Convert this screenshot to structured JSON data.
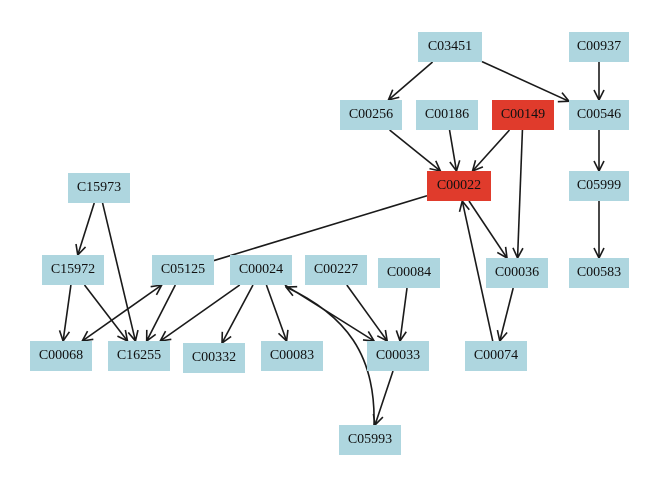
{
  "colors": {
    "node": "#aed6df",
    "highlight": "#e03b2c",
    "edge": "#1a1a1a",
    "text": "#111111"
  },
  "nodes": [
    {
      "id": "C03451",
      "label": "C03451"
    },
    {
      "id": "C00937",
      "label": "C00937"
    },
    {
      "id": "C00256",
      "label": "C00256"
    },
    {
      "id": "C00186",
      "label": "C00186"
    },
    {
      "id": "C00149",
      "label": "C00149",
      "highlight": true
    },
    {
      "id": "C00546",
      "label": "C00546"
    },
    {
      "id": "C15973",
      "label": "C15973"
    },
    {
      "id": "C00022",
      "label": "C00022",
      "highlight": true
    },
    {
      "id": "C05999",
      "label": "C05999"
    },
    {
      "id": "C15972",
      "label": "C15972"
    },
    {
      "id": "C05125",
      "label": "C05125"
    },
    {
      "id": "C00024",
      "label": "C00024"
    },
    {
      "id": "C00227",
      "label": "C00227"
    },
    {
      "id": "C00084",
      "label": "C00084"
    },
    {
      "id": "C00036",
      "label": "C00036"
    },
    {
      "id": "C00583",
      "label": "C00583"
    },
    {
      "id": "C00068",
      "label": "C00068"
    },
    {
      "id": "C16255",
      "label": "C16255"
    },
    {
      "id": "C00332",
      "label": "C00332"
    },
    {
      "id": "C00083",
      "label": "C00083"
    },
    {
      "id": "C00033",
      "label": "C00033"
    },
    {
      "id": "C00074",
      "label": "C00074"
    },
    {
      "id": "C05993",
      "label": "C05993"
    }
  ],
  "edges": [
    {
      "from": "C03451",
      "to": "C00256"
    },
    {
      "from": "C03451",
      "to": "C00546"
    },
    {
      "from": "C00937",
      "to": "C00546"
    },
    {
      "from": "C00256",
      "to": "C00022"
    },
    {
      "from": "C00186",
      "to": "C00022"
    },
    {
      "from": "C00149",
      "to": "C00022"
    },
    {
      "from": "C00149",
      "to": "C00036"
    },
    {
      "from": "C00546",
      "to": "C05999"
    },
    {
      "from": "C05999",
      "to": "C00583"
    },
    {
      "from": "C00022",
      "to": "C05125",
      "arrow": false
    },
    {
      "from": "C00022",
      "to": "C00036"
    },
    {
      "from": "C00074",
      "to": "C00022"
    },
    {
      "from": "C00036",
      "to": "C00074"
    },
    {
      "from": "C15973",
      "to": "C15972"
    },
    {
      "from": "C15973",
      "to": "C16255"
    },
    {
      "from": "C15972",
      "to": "C00068"
    },
    {
      "from": "C15972",
      "to": "C16255"
    },
    {
      "from": "C05125",
      "to": "C16255"
    },
    {
      "from": "C05125",
      "to": "C00068",
      "both": true
    },
    {
      "from": "C00024",
      "to": "C16255"
    },
    {
      "from": "C00024",
      "to": "C00332"
    },
    {
      "from": "C00024",
      "to": "C00083"
    },
    {
      "from": "C00024",
      "to": "C00033"
    },
    {
      "from": "C00227",
      "to": "C00033"
    },
    {
      "from": "C00084",
      "to": "C00033"
    },
    {
      "from": "C00033",
      "to": "C05993"
    },
    {
      "from": "C05993",
      "to": "C00024",
      "curve": true
    }
  ]
}
